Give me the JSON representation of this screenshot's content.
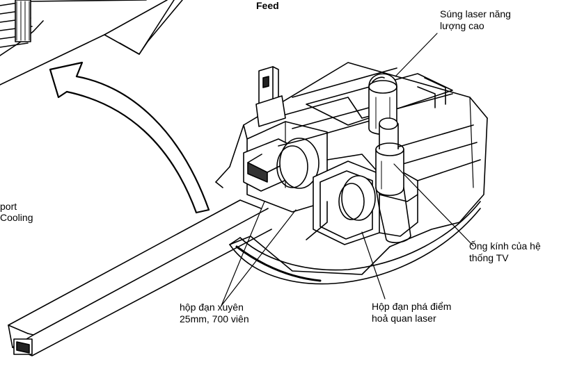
{
  "labels": {
    "feed": "Feed",
    "support": [
      "port",
      "Cooling"
    ],
    "laser_gun": [
      "Súng laser năng",
      "lượng cao"
    ],
    "tv_lens": [
      "Ống kính của hệ",
      "thống TV"
    ],
    "ap_ammo": [
      "hộp đạn xuyên",
      "25mm, 700 viên"
    ],
    "he_ammo": [
      "Hộp đạn phá điểm",
      "hoả quan laser"
    ]
  }
}
